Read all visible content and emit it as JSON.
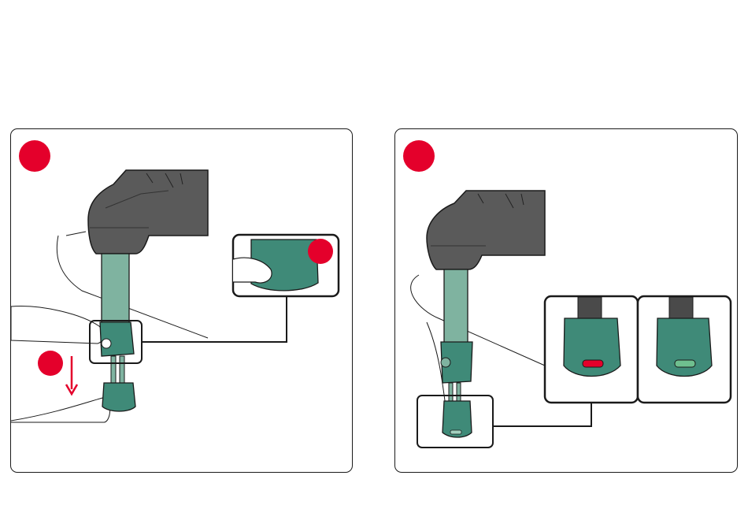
{
  "colors": {
    "accent_red": "#e4002b",
    "leg_green": "#7fb3a0",
    "foot_green": "#3f8a78",
    "shell_gray": "#5a5a5a",
    "outline": "#1a1a1a"
  },
  "panels": [
    {
      "id": "left",
      "badges": [
        "step-badge",
        "detail-badge",
        "press-badge"
      ],
      "arrow": "down-arrow-icon"
    },
    {
      "id": "right",
      "badges": [
        "step-badge"
      ],
      "indicators": [
        "red-indicator",
        "green-indicator"
      ]
    }
  ]
}
